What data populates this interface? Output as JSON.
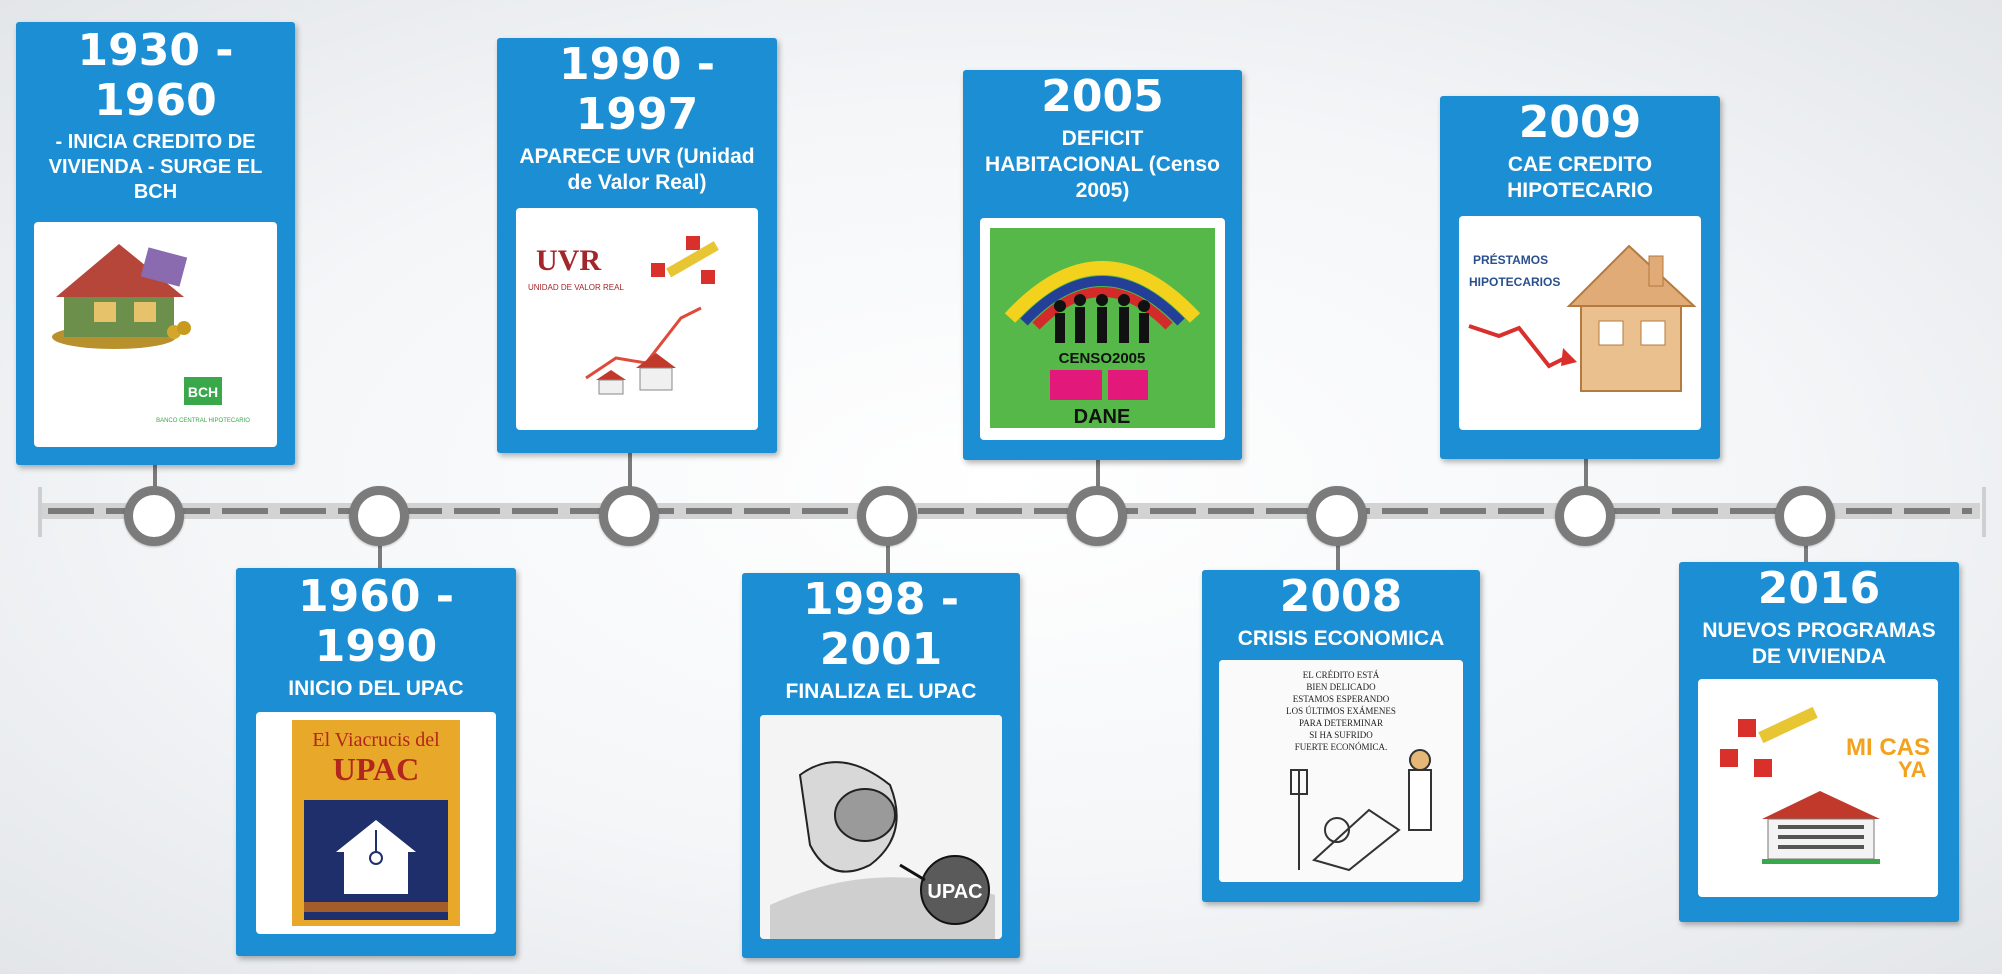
{
  "timeline": {
    "events": [
      {
        "years": [
          "1930 -",
          "1960"
        ],
        "desc": [
          "- INICIA CREDITO DE",
          "VIVIENDA - SURGE EL",
          "BCH"
        ],
        "image_text": "BCH",
        "image_subtext": "BANCO CENTRAL HIPOTECARIO"
      },
      {
        "years": [
          "1960 -",
          "1990"
        ],
        "desc": [
          "INICIO DEL UPAC"
        ],
        "image_text": [
          "El Viacrucis del",
          "UPAC"
        ]
      },
      {
        "years": [
          "1990 -",
          "1997"
        ],
        "desc": [
          "APARECE UVR (Unidad",
          "de Valor Real)"
        ],
        "image_text": "UVR",
        "image_subtext": "UNIDAD DE VALOR REAL"
      },
      {
        "years": [
          "1998 -",
          "2001"
        ],
        "desc": [
          "FINALIZA EL UPAC"
        ],
        "image_text": "UPAC"
      },
      {
        "years": [
          "2005"
        ],
        "desc": [
          "DEFICIT",
          "HABITACIONAL (Censo",
          "2005)"
        ],
        "image_text": [
          "CENSO2005",
          "DANE"
        ]
      },
      {
        "years": [
          "2008"
        ],
        "desc": [
          "CRISIS ECONOMICA"
        ],
        "image_text": [
          "EL CRÉDITO ESTÁ",
          "BIEN DELICADO",
          "ESTAMOS ESPERANDO",
          "LOS ÚLTIMOS EXÁMENES",
          "PARA DETERMINAR",
          "SI HA SUFRIDO",
          "FUERTE ECONÓMICA."
        ]
      },
      {
        "years": [
          "2009"
        ],
        "desc": [
          "CAE CREDITO",
          "HIPOTECARIO"
        ],
        "image_text": [
          "PRÉSTAMOS",
          "HIPOTECARIOS"
        ]
      },
      {
        "years": [
          "2016"
        ],
        "desc": [
          "NUEVOS PROGRAMAS",
          "DE VIVIENDA"
        ],
        "image_text": [
          "MI CAS",
          "YA"
        ]
      }
    ]
  },
  "colors": {
    "card": "#1c8ed3",
    "node_ring": "#7b7b7b",
    "track": "#d3d3d3"
  },
  "icons": [
    "money-house-icon",
    "uvr-logo-icon",
    "censo-logo-icon",
    "house-price-drop-icon",
    "mi-casa-ya-icon"
  ]
}
